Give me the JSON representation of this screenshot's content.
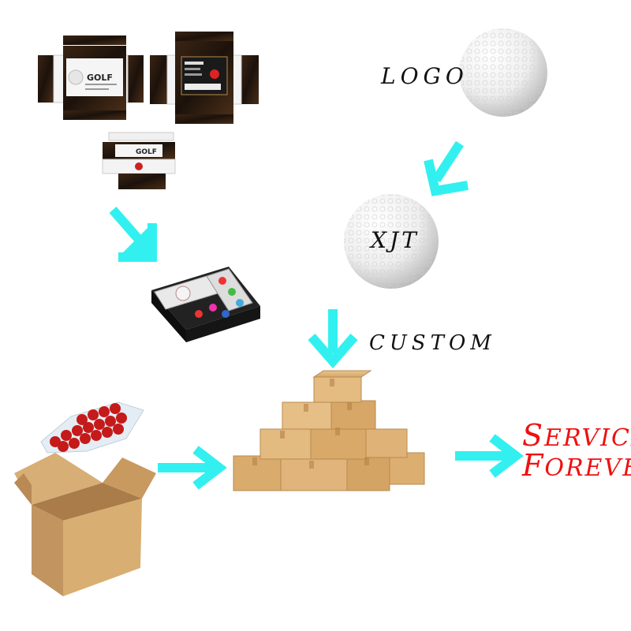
{
  "labels": {
    "logo": "LOGO",
    "custom": "CUSTOM",
    "ball_imprint": "XJT",
    "service_line1": "SERVICE",
    "service_line2": "FOREVER"
  },
  "box_print": {
    "brand": "GOLF"
  },
  "colors": {
    "arrow": "#33f0f0",
    "service_text": "#ee1111",
    "cardboard": "#d6a96a",
    "box_dark": "#2b1a10",
    "box_gold": "#b8894a"
  },
  "icons": [
    "golf-ball-icon",
    "arrow-icon",
    "cardboard-box-icon",
    "box-template-icon",
    "packaging-box-icon",
    "ball-bag-icon"
  ]
}
